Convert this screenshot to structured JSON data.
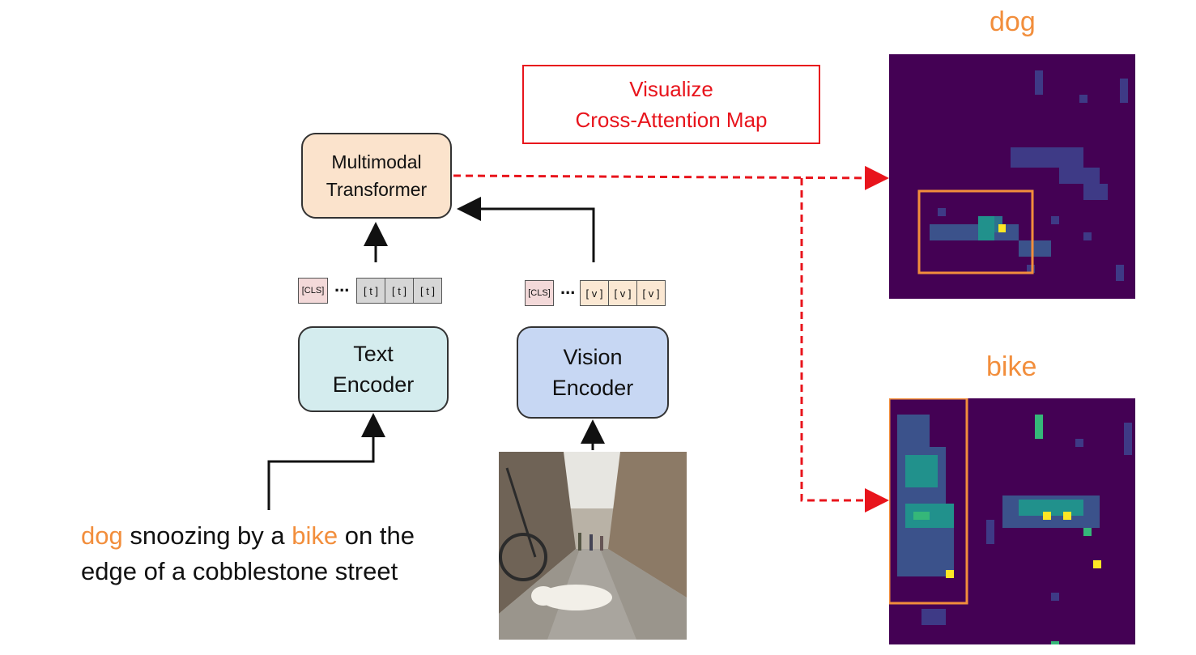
{
  "labels": {
    "multimodal_line1": "Multimodal",
    "multimodal_line2": "Transformer",
    "text_encoder_line1": "Text",
    "text_encoder_line2": "Encoder",
    "vision_encoder_line1": "Vision",
    "vision_encoder_line2": "Encoder",
    "visualize_line1": "Visualize",
    "visualize_line2": "Cross-Attention Map",
    "map_dog": "dog",
    "map_bike": "bike"
  },
  "text_tokens": {
    "cls": "[CLS]",
    "ellipsis": "...",
    "tokens": [
      "[ t ]",
      "[ t ]",
      "[ t ]"
    ]
  },
  "vision_tokens": {
    "cls": "[CLS]",
    "ellipsis": "...",
    "tokens": [
      "[ v ]",
      "[ v ]",
      "[ v ]"
    ]
  },
  "caption": {
    "word1": "dog",
    "part1": " snoozing by a ",
    "word2": "bike",
    "part2": " on the edge of a cobblestone street"
  },
  "colors": {
    "highlight": "#f28e3c",
    "arrow_red": "#e8141c",
    "multimodal_fill": "#fbe3cc",
    "text_encoder_fill": "#d4ecee",
    "vision_encoder_fill": "#c7d7f3",
    "text_cls_fill": "#f3d9d9",
    "text_token_fill": "#d6d6d6",
    "vision_token_fill": "#fbe8d3",
    "heatmap_bg": "#440154"
  }
}
